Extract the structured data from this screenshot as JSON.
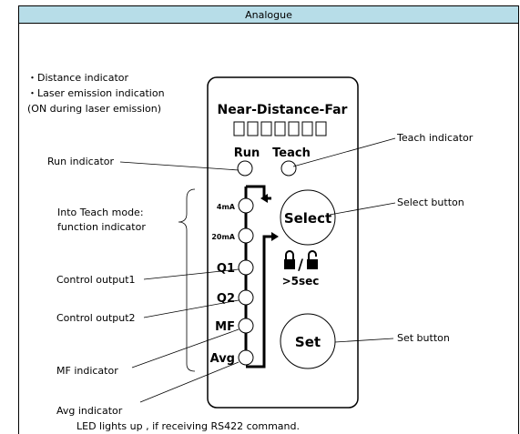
{
  "header": {
    "title": "Analogue"
  },
  "labels": {
    "distance_indicator": "・Distance indicator",
    "laser_emission": "・Laser emission indication",
    "laser_on": "(ON during laser emission)",
    "run_indicator": "Run indicator",
    "teach_indicator": "Teach indicator",
    "teach_mode_1": "Into Teach mode:",
    "teach_mode_2": "function indicator",
    "select_button": "Select button",
    "control_output1": "Control output1",
    "control_output2": "Control output2",
    "set_button": "Set button",
    "mf_indicator": "MF  indicator",
    "avg_indicator": "Avg  indicator",
    "rs422_note": "LED lights up , if receiving RS422 command."
  },
  "panel": {
    "distance_title": "Near-Distance-Far",
    "run": "Run",
    "teach": "Teach",
    "led_4ma": "4mA",
    "led_20ma": "20mA",
    "led_q1": "Q1",
    "led_q2": "Q2",
    "led_mf": "MF",
    "led_avg": "Avg",
    "select": "Select",
    "set": "Set",
    "hold_time": ">5sec"
  },
  "colors": {
    "header_bg": "#b7dde8"
  }
}
